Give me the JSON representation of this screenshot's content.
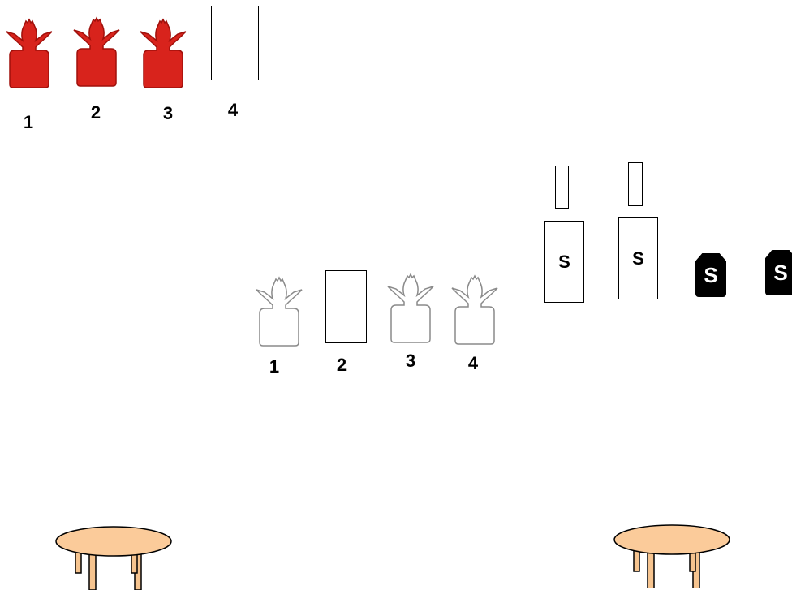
{
  "colors": {
    "red_target": "#d8231c",
    "red_target_edge": "#a0100b",
    "outline": "#000000",
    "white_target_edge": "#8a8a8a",
    "table_top": "#fbcb9a",
    "table_leg": "#f6c48f"
  },
  "top_row": {
    "labels": [
      "1",
      "2",
      "3",
      "4"
    ],
    "targets": [
      {
        "kind": "red-silhouette",
        "icon": "red-cowboy-target-icon"
      },
      {
        "kind": "red-silhouette",
        "icon": "red-cowboy-target-icon"
      },
      {
        "kind": "red-silhouette",
        "icon": "red-cowboy-target-icon"
      },
      {
        "kind": "rectangle",
        "icon": "paper-target-icon"
      }
    ]
  },
  "middle_row": {
    "labels": [
      "1",
      "2",
      "3",
      "4"
    ],
    "targets": [
      {
        "kind": "white-silhouette",
        "icon": "white-cowboy-target-icon"
      },
      {
        "kind": "rectangle",
        "icon": "paper-target-icon"
      },
      {
        "kind": "white-silhouette",
        "icon": "white-cowboy-target-icon"
      },
      {
        "kind": "white-silhouette",
        "icon": "white-cowboy-target-icon"
      }
    ]
  },
  "shotgun_targets": {
    "standing": [
      {
        "label": "S"
      },
      {
        "label": "S"
      }
    ],
    "knockdown": [
      {
        "label": "S"
      },
      {
        "label": "S"
      }
    ]
  },
  "props": {
    "tables": [
      {
        "icon": "round-table-icon"
      },
      {
        "icon": "round-table-icon"
      }
    ]
  }
}
